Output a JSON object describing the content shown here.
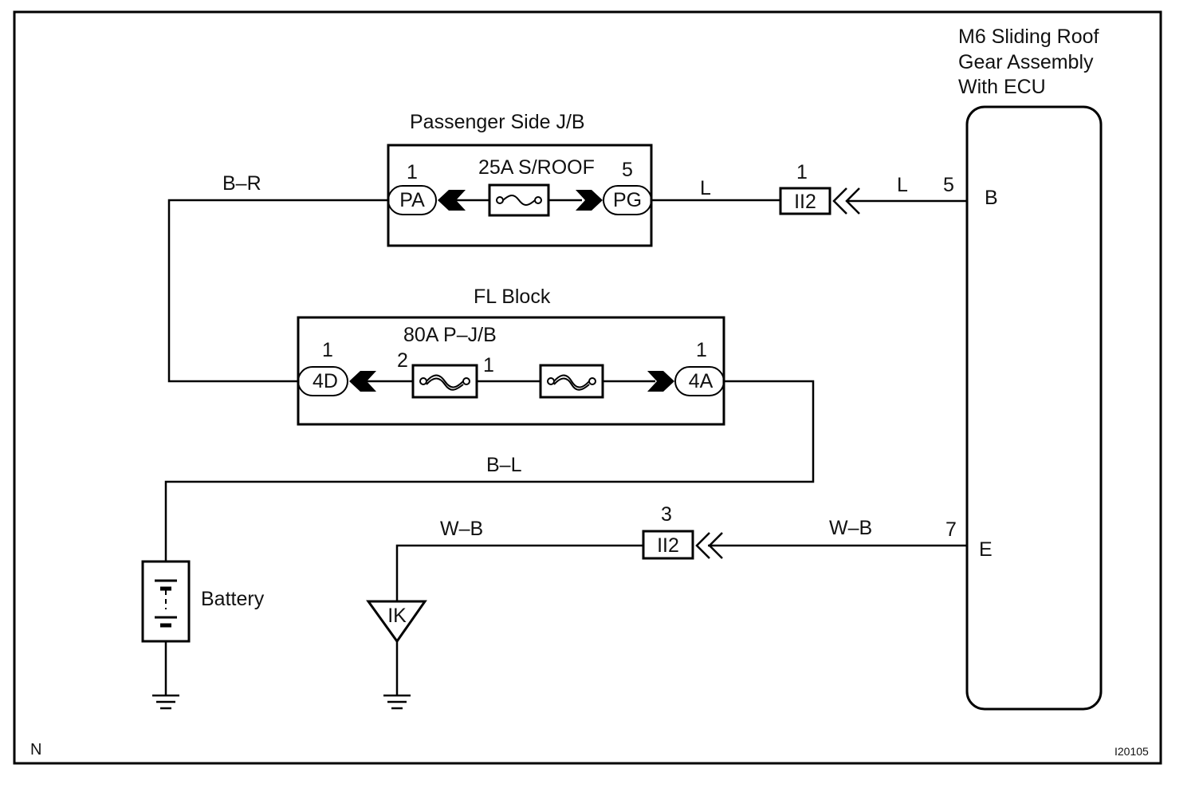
{
  "ecu": {
    "title_line1": "M6 Sliding Roof",
    "title_line2": "Gear Assembly",
    "title_line3": "With ECU",
    "pin_b_label": "B",
    "pin_b_number": "5",
    "pin_e_label": "E",
    "pin_e_number": "7"
  },
  "passenger_jb": {
    "title": "Passenger Side J/B",
    "fuse_label": "25A S/ROOF",
    "left_pin_number": "1",
    "left_connector": "PA",
    "right_pin_number": "5",
    "right_connector": "PG"
  },
  "fl_block": {
    "title": "FL Block",
    "fuse_label": "80A P–J/B",
    "left_pin_number": "1",
    "left_connector": "4D",
    "fuse_pin_left": "2",
    "fuse_pin_right": "1",
    "right_pin_number": "1",
    "right_connector": "4A"
  },
  "wires": {
    "br": "B–R",
    "l_left": "L",
    "l_right": "L",
    "bl": "B–L",
    "wb_left": "W–B",
    "wb_right": "W–B"
  },
  "connectors": {
    "ii2_top": {
      "label": "II2",
      "pin": "1"
    },
    "ii2_bottom": {
      "label": "II2",
      "pin": "3"
    }
  },
  "battery": {
    "label": "Battery"
  },
  "ground_point": {
    "label": "IK"
  },
  "footer": {
    "corner_left": "N",
    "figure_id": "I20105"
  }
}
